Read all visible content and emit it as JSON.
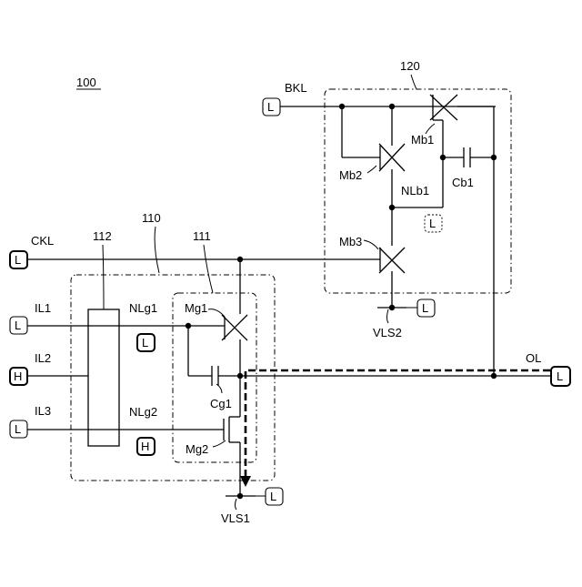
{
  "figure": {
    "ref": "100",
    "blocks": {
      "b110": "110",
      "b111": "111",
      "b112": "112",
      "b120": "120"
    },
    "signals": {
      "CKL": "CKL",
      "BKL": "BKL",
      "IL1": "IL1",
      "IL2": "IL2",
      "IL3": "IL3",
      "OL": "OL",
      "VLS1": "VLS1",
      "VLS2": "VLS2"
    },
    "nodes": {
      "NLg1": "NLg1",
      "NLg2": "NLg2",
      "NLb1": "NLb1"
    },
    "devices": {
      "Mg1": "Mg1",
      "Mg2": "Mg2",
      "Cg1": "Cg1",
      "Mb1": "Mb1",
      "Mb2": "Mb2",
      "Mb3": "Mb3",
      "Cb1": "Cb1"
    },
    "levels": {
      "ckl": "L",
      "bkl": "L",
      "il1": "L",
      "il2": "H",
      "il3": "L",
      "nlg1": "L",
      "nlg2": "H",
      "nlb1": "L",
      "vls2": "L",
      "ol": "L",
      "vls1": "L"
    }
  }
}
